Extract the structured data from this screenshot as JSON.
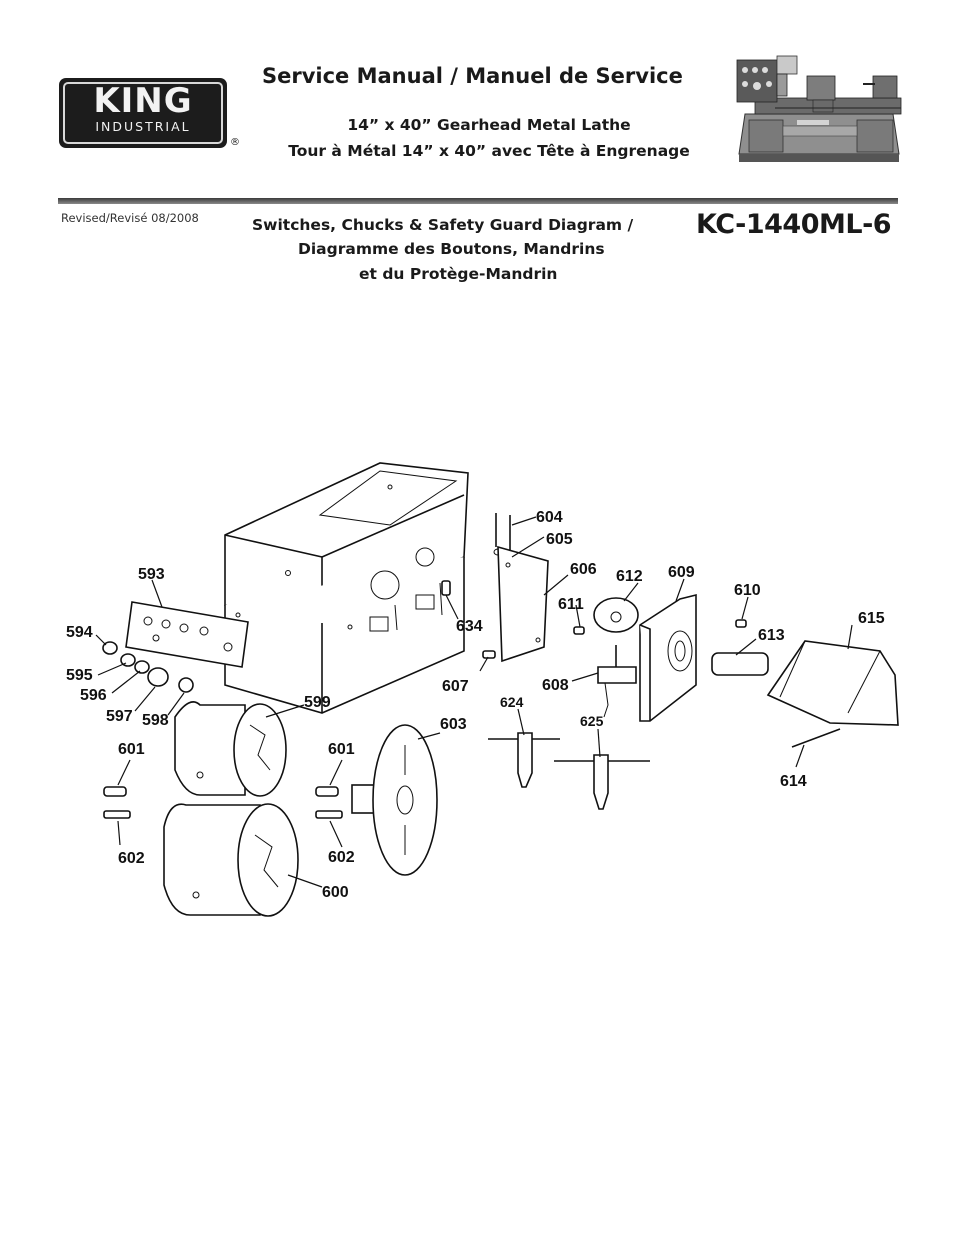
{
  "header": {
    "logo_word": "KING",
    "logo_sub": "INDUSTRIAL",
    "registered_mark": "®",
    "title": "Service Manual / Manuel de Service",
    "subtitle_en": "14” x 40” Gearhead Metal Lathe",
    "subtitle_fr": "Tour à Métal 14” x 40” avec Tête à Engrenage"
  },
  "meta": {
    "revised": "Revised/Revisé 08/2008",
    "diagram_title_line1": "Switches, Chucks & Safety Guard Diagram /",
    "diagram_title_line2": "Diagramme des Boutons, Mandrins",
    "diagram_title_line3": "et du Protège-Mandrin",
    "model": "KC-1440ML-6"
  },
  "icons": {
    "logo": "king-industrial-logo",
    "photo": "gearhead-lathe-photo"
  },
  "parts": {
    "p593": "593",
    "p594": "594",
    "p595": "595",
    "p596": "596",
    "p597": "597",
    "p598": "598",
    "p599": "599",
    "p600": "600",
    "p601a": "601",
    "p601b": "601",
    "p602a": "602",
    "p602b": "602",
    "p603": "603",
    "p604": "604",
    "p605": "605",
    "p606": "606",
    "p607": "607",
    "p608": "608",
    "p609": "609",
    "p610": "610",
    "p611": "611",
    "p612": "612",
    "p613": "613",
    "p614": "614",
    "p615": "615",
    "p624": "624",
    "p625": "625",
    "p634": "634"
  }
}
